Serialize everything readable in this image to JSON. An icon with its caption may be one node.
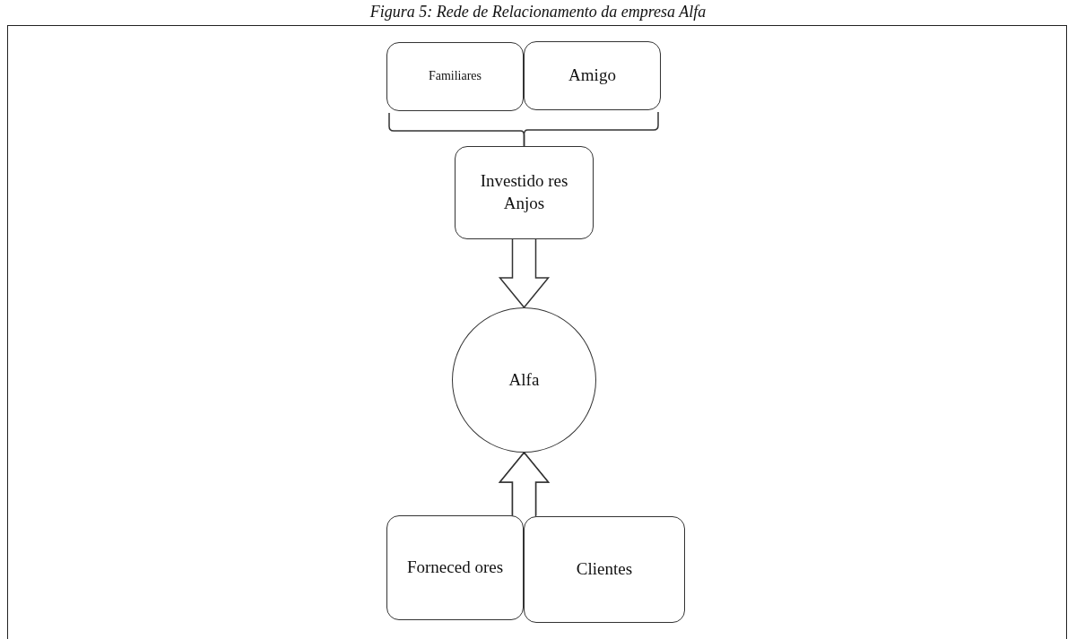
{
  "diagram": {
    "title": "Figura 5: Rede de Relacionamento da empresa Alfa",
    "nodes": [
      {
        "text": [
          "Familiares"
        ]
      },
      {
        "text": [
          "Amigo"
        ]
      },
      {
        "text": [
          "Investido res Anjos"
        ]
      },
      {
        "text": [
          "Alfa"
        ]
      },
      {
        "text": [
          "Forneced ores"
        ]
      },
      {
        "text": [
          "Clientes"
        ]
      }
    ],
    "edges": [
      {
        "from": 0,
        "to": 2,
        "arrow": "none"
      },
      {
        "from": 1,
        "to": 2,
        "arrow": "none"
      },
      {
        "from": 2,
        "to": 3,
        "arrow": "to",
        "style": "thick"
      },
      {
        "from": 4,
        "to": 3,
        "arrow": "to",
        "style": "thick"
      },
      {
        "from": 5,
        "to": 3,
        "arrow": "to",
        "style": "thick"
      }
    ]
  }
}
